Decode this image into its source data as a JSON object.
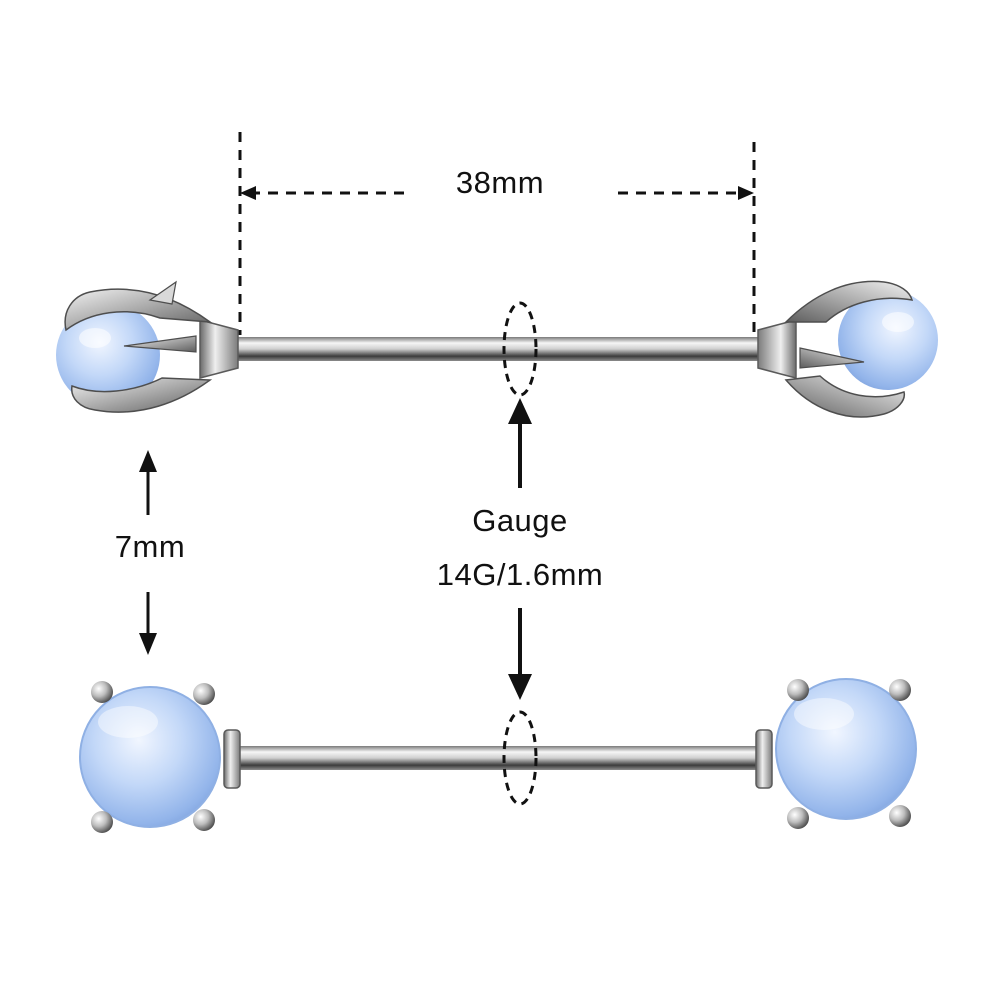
{
  "dimensions": {
    "bar_length": "38mm",
    "ball_size": "7mm",
    "gauge_title": "Gauge",
    "gauge_value": "14G/1.6mm"
  },
  "colors": {
    "metal_light": "#f4f4f4",
    "metal_mid": "#b9b9b9",
    "metal_dark": "#6e6e6e",
    "opal_light": "#e6f0ff",
    "opal_mid": "#a9c8f5",
    "opal_dark": "#7fa6e0",
    "annotation": "#111111"
  },
  "items": [
    {
      "name": "claw-setting-barbell",
      "ends": "claw-held opal ball"
    },
    {
      "name": "prong-setting-barbell",
      "ends": "prong-set opal stone"
    }
  ]
}
